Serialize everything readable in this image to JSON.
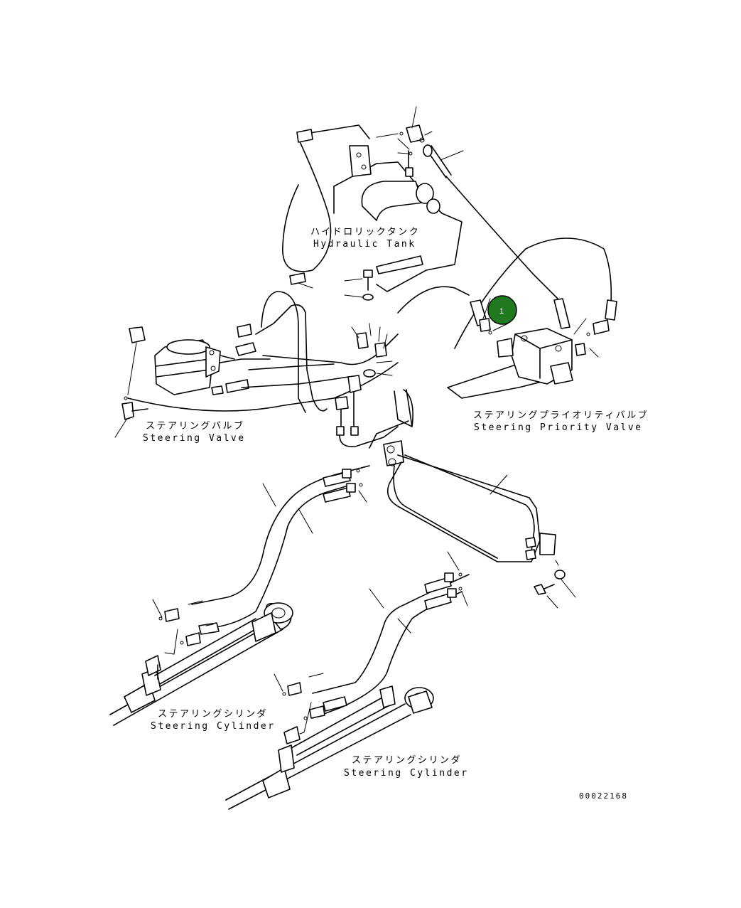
{
  "labels": {
    "hydraulic_tank_jp": "ハイドロリックタンク",
    "hydraulic_tank_en": "Hydraulic Tank",
    "steering_valve_jp": "ステアリングバルブ",
    "steering_valve_en": "Steering Valve",
    "priority_valve_jp": "ステアリングプライオリティバルブ",
    "priority_valve_en": "Steering Priority Valve",
    "cylinder_left_jp": "ステアリングシリンダ",
    "cylinder_left_en": "Steering Cylinder",
    "cylinder_right_jp": "ステアリングシリンダ",
    "cylinder_right_en": "Steering Cylinder"
  },
  "callout": {
    "number": "1",
    "color": "#1f7a1f"
  },
  "drawing_number": "00022168",
  "colors": {
    "line": "#000000",
    "background": "#ffffff",
    "callout_fill": "#1f7a1f"
  }
}
